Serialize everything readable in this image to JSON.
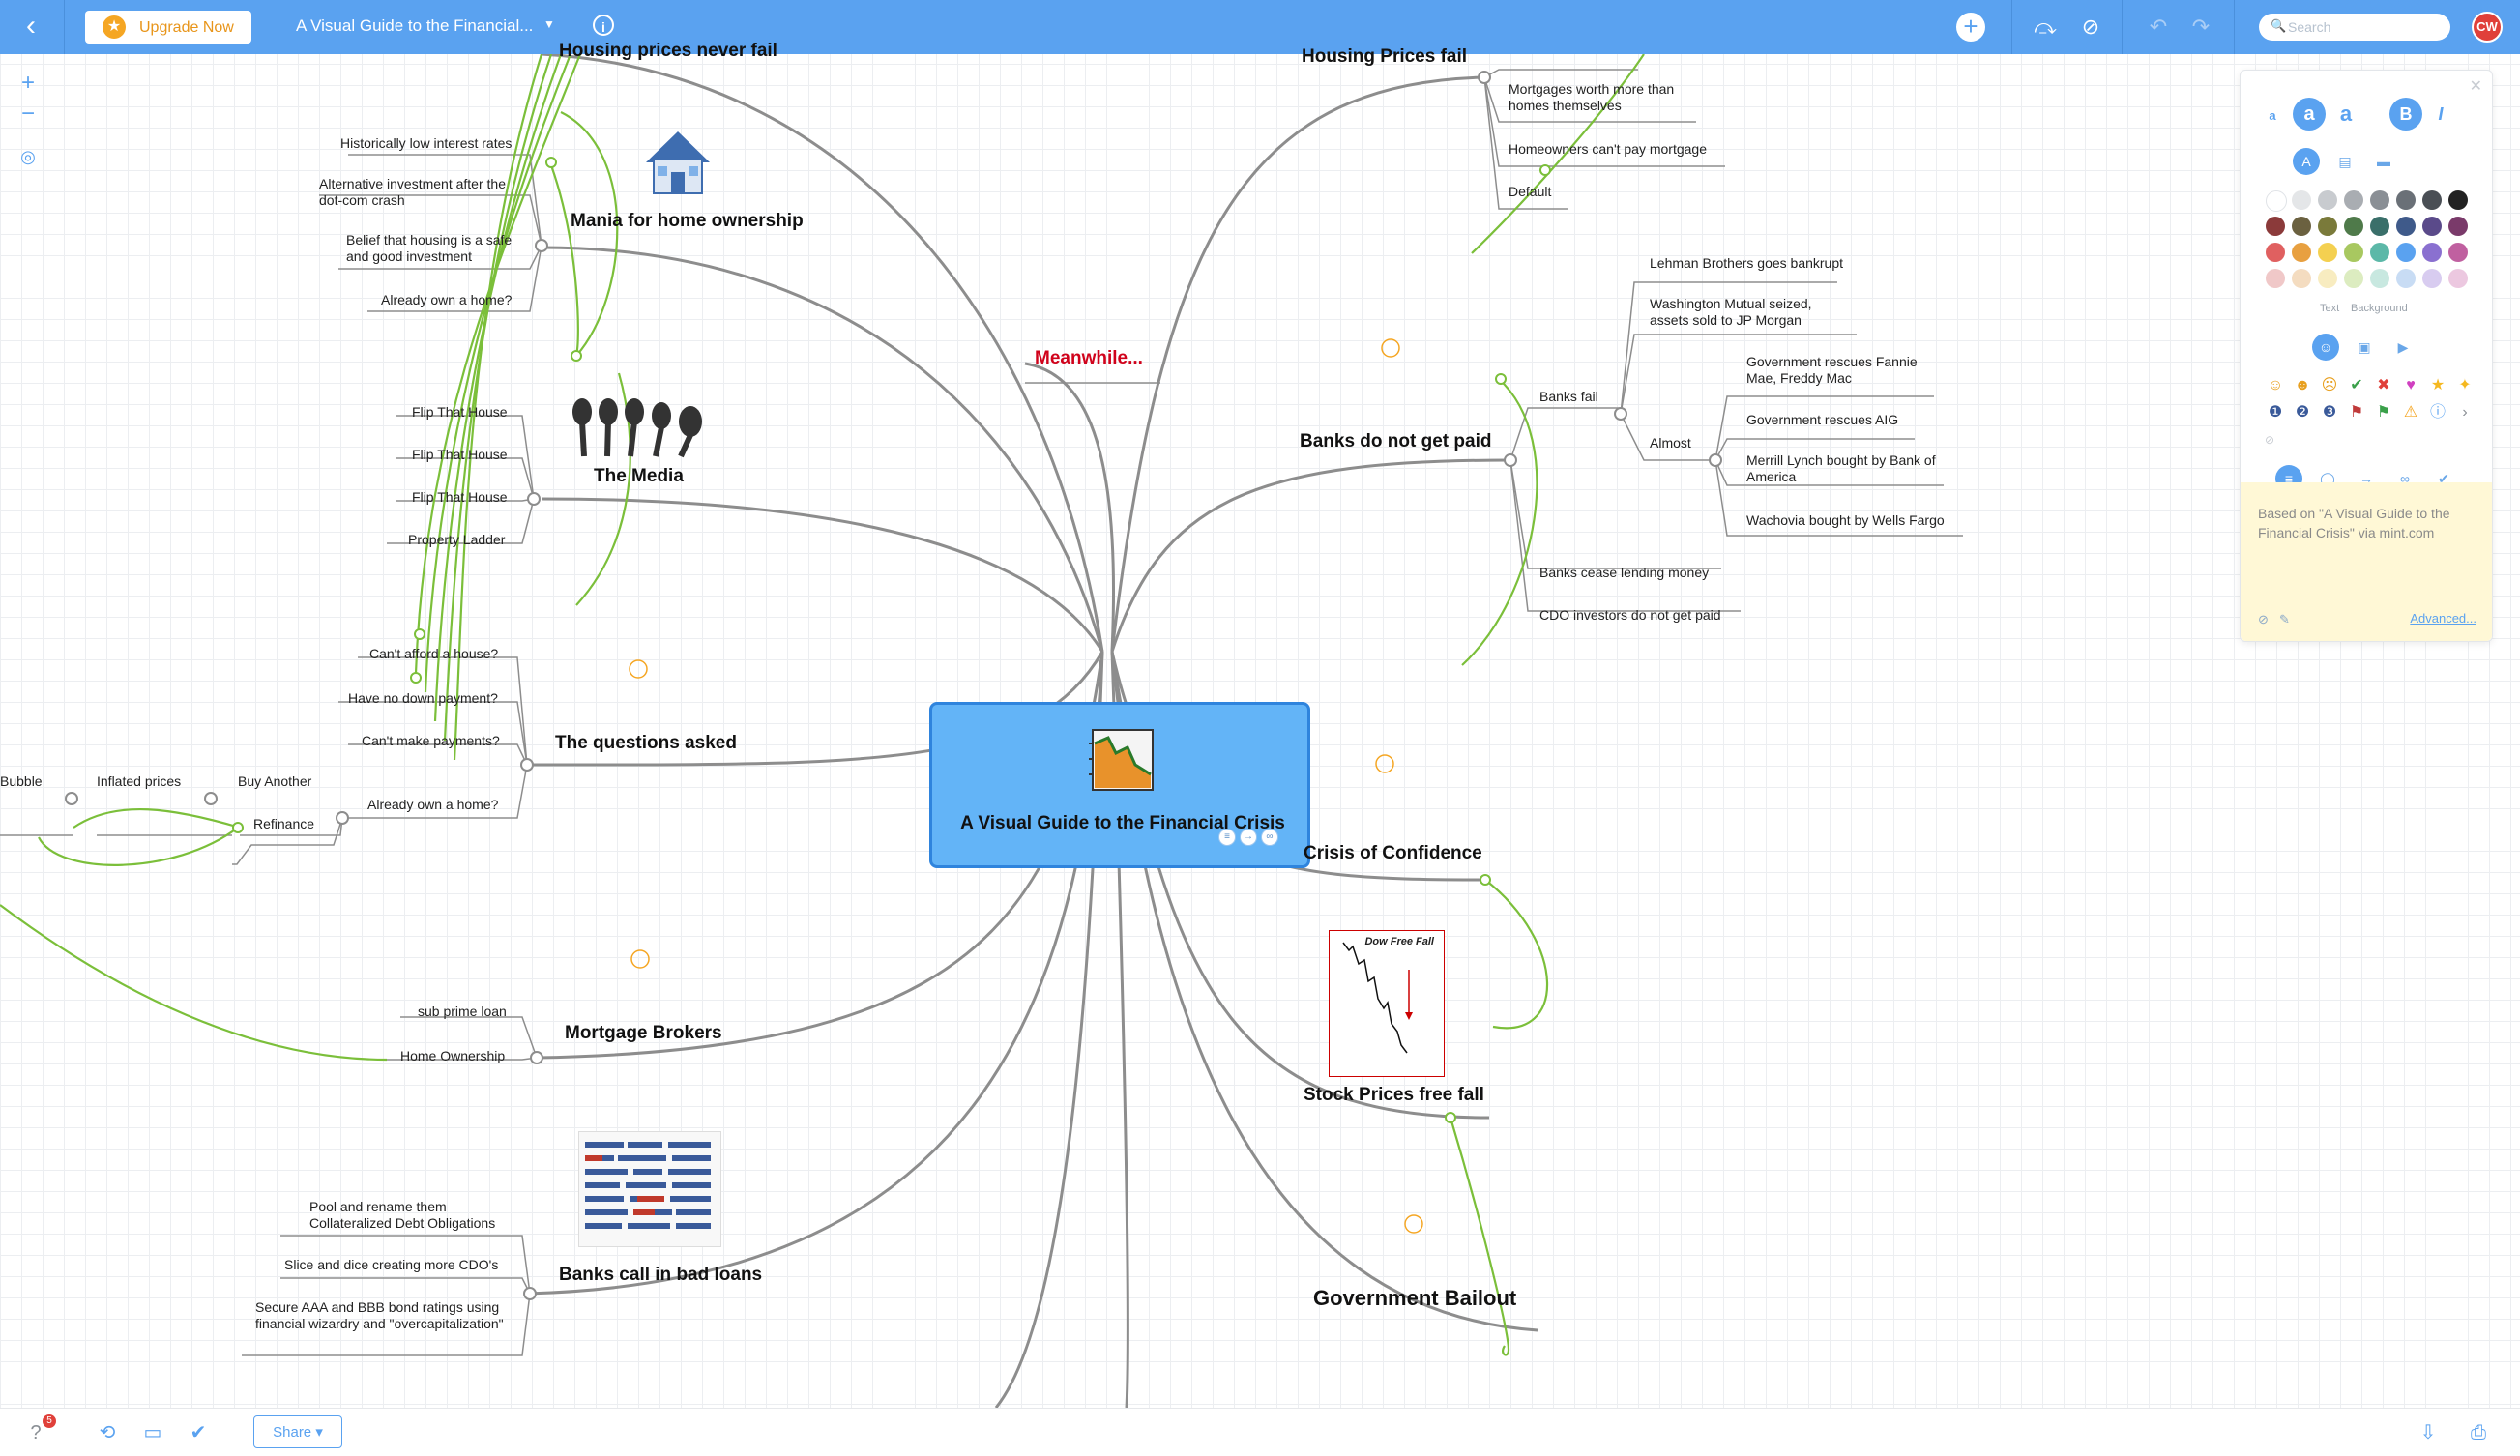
{
  "topbar": {
    "upgrade_label": "Upgrade Now",
    "doc_title": "A Visual Guide to the Financial...",
    "search_placeholder": "Search",
    "avatar_initials": "CW",
    "accent_color": "#5aa2f0"
  },
  "mindmap": {
    "center": {
      "title": "A Visual Guide to the Financial Crisis"
    },
    "meanwhile": "Meanwhile...",
    "left": {
      "housing_never_fail": "Housing prices never fail",
      "mania": {
        "label": "Mania for home ownership",
        "children": [
          "Historically low interest rates",
          "Alternative investment after the dot-com crash",
          "Belief that housing is a safe and good investment",
          "Already own a home?"
        ]
      },
      "media": {
        "label": "The Media",
        "children": [
          "Flip That House",
          "Flip That House",
          "Flip That House",
          "Property Ladder"
        ]
      },
      "questions": {
        "label": "The questions asked",
        "children": [
          "Can't afford a house?",
          "Have no down payment?",
          "Can't make payments?",
          "Already own a home?"
        ],
        "buy_another": "Buy Another",
        "refinance": "Refinance",
        "inflated_prices": "Inflated prices",
        "bubble": "Bubble"
      },
      "brokers": {
        "label": "Mortgage Brokers",
        "children": [
          "sub prime loan",
          "Home Ownership"
        ]
      },
      "banks_call": {
        "label": "Banks call in bad loans",
        "children": [
          "Pool and rename them Collateralized Debt Obligations",
          "Slice and dice creating more CDO's",
          "Secure AAA and BBB bond ratings using financial wizardry and \"overcapitalization\""
        ]
      }
    },
    "right": {
      "housing_fail": {
        "label": "Housing Prices fail",
        "children": [
          "Mortgages worth more than homes themselves",
          "Homeowners can't pay mortgage",
          "Default"
        ]
      },
      "banks_not_paid": {
        "label": "Banks do not get paid",
        "banks_fail": "Banks fail",
        "banks_fail_children": [
          "Lehman Brothers goes bankrupt",
          "Washington Mutual seized, assets sold to JP Morgan"
        ],
        "almost": "Almost",
        "almost_children": [
          "Government rescues Fannie Mae, Freddy Mac",
          "Government rescues AIG",
          "Merrill Lynch bought by Bank of America",
          "Wachovia bought by Wells Fargo"
        ],
        "other_children": [
          "Banks cease lending money",
          "CDO investors do not get paid"
        ]
      },
      "crisis": "Crisis of Confidence",
      "stock": "Stock Prices free fall",
      "stock_chart_title": "Dow Free Fall",
      "bailout": "Government Bailout"
    }
  },
  "panel": {
    "text_tab": "Text",
    "background_tab": "Background",
    "note": "Based on \"A Visual Guide to the Financial Crisis\" via mint.com",
    "advanced": "Advanced...",
    "swatch_colors": [
      "#ffffff",
      "#e4e6e8",
      "#c8cbcf",
      "#a9adb2",
      "#8a8f95",
      "#6a7077",
      "#4a4f55",
      "#222222",
      "#8b3a3a",
      "#6b6140",
      "#7a7a3a",
      "#4f7a4a",
      "#3a6f6a",
      "#3f5a8a",
      "#5a4a8a",
      "#7a3a6a",
      "#e06060",
      "#e8a040",
      "#f4d050",
      "#a8c860",
      "#5cb8a8",
      "#5aa2f0",
      "#8a70d0",
      "#c060a0",
      "#f0c8c8",
      "#f4dcc0",
      "#f8ecc0",
      "#dcecc0",
      "#c8e8e0",
      "#c8dcf4",
      "#d8ccf0",
      "#ecc8e0"
    ]
  },
  "bottombar": {
    "share_label": "Share",
    "notification_count": "5"
  }
}
